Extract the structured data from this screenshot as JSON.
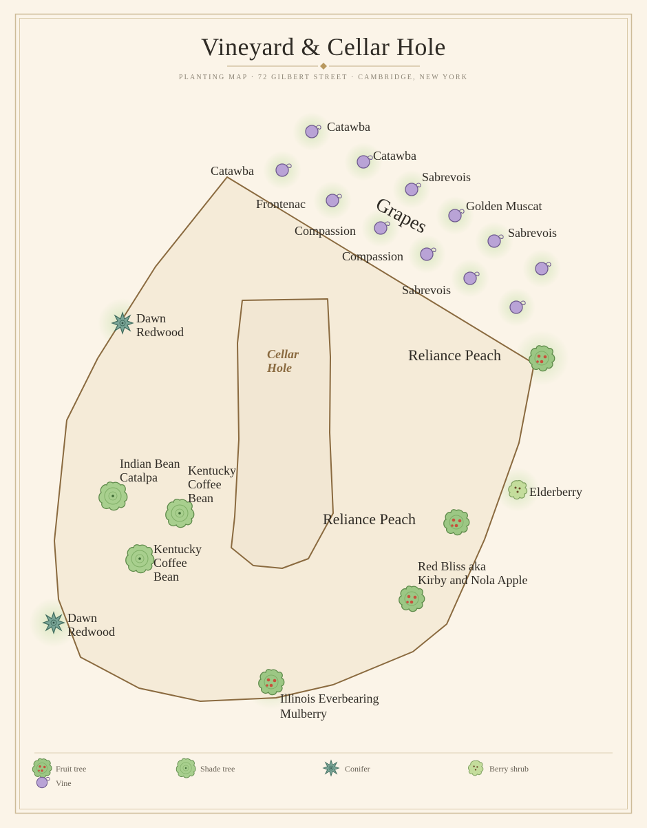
{
  "map": {
    "title": "Vineyard & Cellar Hole",
    "subtitle": "PLANTING MAP · 72 GILBERT STREET · CAMBRIDGE, NEW YORK",
    "areas": {
      "grapes": "Grapes",
      "cellar_line1": "Cellar",
      "cellar_line2": "Hole"
    },
    "colors": {
      "boundary": "#8a6a3f",
      "plot_fill": "#f5ebd8",
      "cellar_fill": "#f2e7d3",
      "vine": "#b9a3d6",
      "fruit_tree": "#9cc784",
      "fruit": "#c8503c",
      "conifer": "#6e9c8c",
      "background": "#fbf4e8"
    }
  },
  "plants": {
    "catawba_1": {
      "label": "Catawba"
    },
    "catawba_2": {
      "label": "Catawba"
    },
    "catawba_3": {
      "label": "Catawba"
    },
    "sabrevois_1": {
      "label": "Sabrevois"
    },
    "frontenac": {
      "label": "Frontenac"
    },
    "golden_muscat": {
      "label": "Golden Muscat"
    },
    "compassion_1": {
      "label": "Compassion"
    },
    "sabrevois_2": {
      "label": "Sabrevois"
    },
    "compassion_2": {
      "label": "Compassion"
    },
    "sabrevois_3": {
      "label": "Sabrevois"
    },
    "dawn_redwood_1": {
      "line1": "Dawn",
      "line2": "Redwood"
    },
    "reliance_peach_1": {
      "label": "Reliance Peach"
    },
    "indian_bean_catalpa": {
      "line1": "Indian Bean",
      "line2": "Catalpa"
    },
    "kentucky_coffee_bean_1": {
      "line1": "Kentucky",
      "line2": "Coffee",
      "line3": "Bean"
    },
    "elderberry": {
      "label": "Elderberry"
    },
    "reliance_peach_2": {
      "label": "Reliance Peach"
    },
    "kentucky_coffee_bean_2": {
      "line1": "Kentucky",
      "line2": "Coffee",
      "line3": "Bean"
    },
    "red_bliss_apple": {
      "line1": "Red Bliss aka",
      "line2": "Kirby and Nola Apple"
    },
    "dawn_redwood_2": {
      "line1": "Dawn",
      "line2": "Redwood"
    },
    "illinois_mulberry": {
      "line1": "Illinois Everbearing",
      "line2": "Mulberry"
    }
  },
  "legend": {
    "fruit_tree": "Fruit tree",
    "shade_tree": "Shade tree",
    "conifer": "Conifer",
    "berry_shrub": "Berry shrub",
    "vine": "Vine"
  }
}
